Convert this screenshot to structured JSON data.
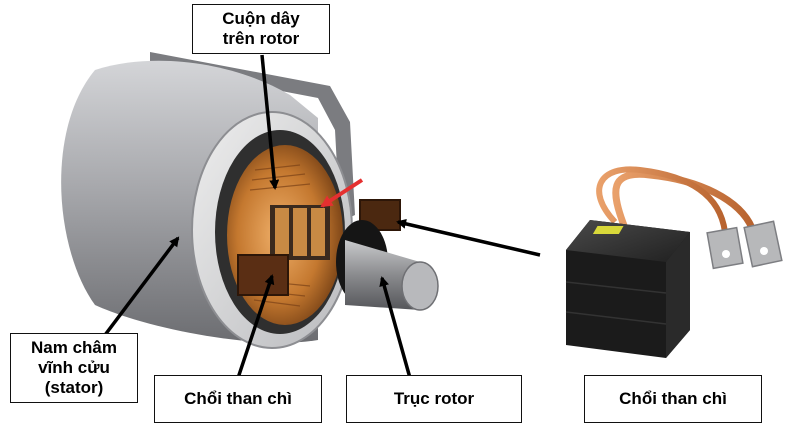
{
  "labels": {
    "rotor_coil": [
      "Cuộn dây",
      "trên rotor"
    ],
    "magnet": [
      "Nam châm",
      "vĩnh cửu",
      "(stator)"
    ],
    "brush_left": "Chổi than chì",
    "shaft": "Trục rotor",
    "brush_right": "Chổi than chì"
  },
  "colors": {
    "arrow": "#000000",
    "pointer": "#e53030",
    "copper": "#c4782f",
    "steel": "#8f9094",
    "brush": "#1c1c1c"
  }
}
